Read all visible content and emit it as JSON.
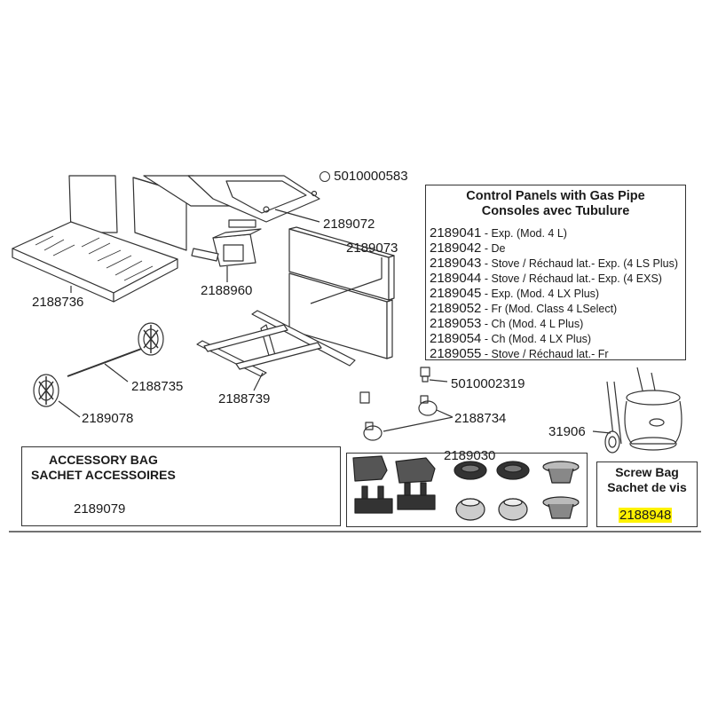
{
  "callouts": {
    "c2189072": "2189072",
    "c2189073": "2189073",
    "c2188960": "2188960",
    "c2188736": "2188736",
    "c2188735": "2188735",
    "c2188739": "2188739",
    "c2189078": "2189078",
    "c5010002319": "5010002319",
    "c2188734": "2188734",
    "c31906": "31906",
    "c2189030": "2189030",
    "c_cut": "5010000583"
  },
  "control_panels": {
    "title_en": "Control Panels with Gas Pipe",
    "title_fr": "Consoles avec Tubulure",
    "items": [
      {
        "code": "2189041",
        "desc": " - Exp. (Mod. 4 L)"
      },
      {
        "code": "2189042",
        "desc": " - De"
      },
      {
        "code": "2189043",
        "desc": " - Stove / Réchaud lat.- Exp. (4 LS Plus)"
      },
      {
        "code": "2189044",
        "desc": " - Stove / Réchaud lat.- Exp. (4 EXS)"
      },
      {
        "code": "2189045",
        "desc": " - Exp. (Mod. 4 LX Plus)"
      },
      {
        "code": "2189052",
        "desc": " - Fr (Mod. Class 4 LSelect)"
      },
      {
        "code": "2189053",
        "desc": " - Ch (Mod. 4 L Plus)"
      },
      {
        "code": "2189054",
        "desc": " - Ch (Mod. 4 LX Plus)"
      },
      {
        "code": "2189055",
        "desc": " - Stove / Réchaud lat.- Fr"
      }
    ]
  },
  "accessory_bag": {
    "title_en": "ACCESSORY BAG",
    "title_fr": "SACHET ACCESSOIRES",
    "code": "2189079"
  },
  "screw_bag": {
    "title_en": "Screw Bag",
    "title_fr": "Sachet de vis",
    "code": "2188948",
    "highlight_color": "#fff200"
  }
}
